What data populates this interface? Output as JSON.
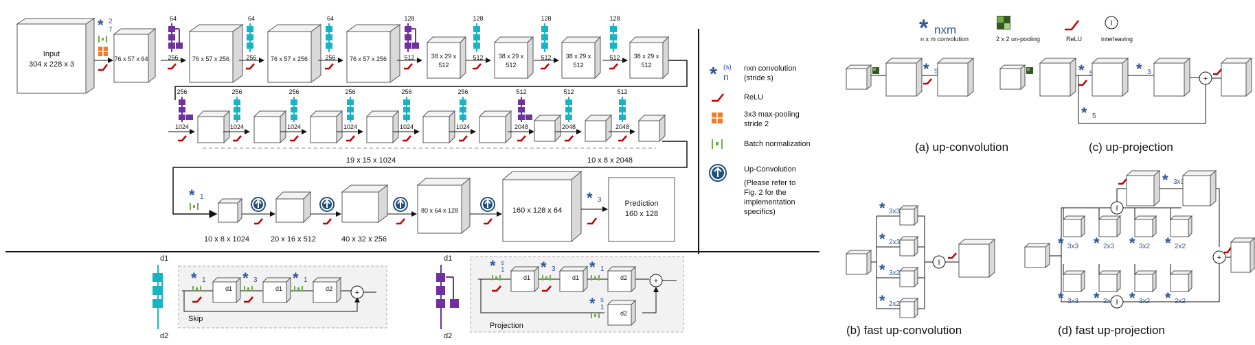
{
  "colors": {
    "relu": "#c00000",
    "teal": "#17b5c4",
    "purple": "#7030a0",
    "bn": "#70ad47",
    "maxpool": "#ed7d31",
    "upconv": "#1f4e79",
    "star": "#2f5597"
  },
  "row1": {
    "input_label": "Input",
    "input_dims": "304 x 228 x 3",
    "conv1_star": "*",
    "conv1_stride": "2",
    "conv1_size": "7",
    "b1": "76 x 57 x 64",
    "b2": "76 x 57 x 256",
    "b3": "76 x 57 x 256",
    "b4": "76 x 57 x 256",
    "b5": "38 x 29 x 512",
    "b6": "38 x 29 x 512",
    "b7": "38 x 29 x 512",
    "b8": "38 x 29 x 512",
    "res": [
      {
        "top": "64",
        "bot": "256"
      },
      {
        "top": "64",
        "bot": "256"
      },
      {
        "top": "64",
        "bot": "256"
      },
      {
        "top": "128",
        "bot": "512"
      },
      {
        "top": "128",
        "bot": "512"
      },
      {
        "top": "128",
        "bot": "512"
      },
      {
        "top": "128",
        "bot": "512"
      }
    ]
  },
  "row2": {
    "res": [
      {
        "top": "256",
        "bot": "1024"
      },
      {
        "top": "256",
        "bot": "1024"
      },
      {
        "top": "256",
        "bot": "1024"
      },
      {
        "top": "256",
        "bot": "1024"
      },
      {
        "top": "256",
        "bot": "1024"
      },
      {
        "top": "256",
        "bot": "1024"
      },
      {
        "top": "512",
        "bot": "2048"
      },
      {
        "top": "512",
        "bot": "2048"
      },
      {
        "top": "512",
        "bot": "2048"
      }
    ],
    "dim1": "19 x 15 x 1024",
    "dim2": "10 x 8 x 2048"
  },
  "row3": {
    "conv_sub": "1",
    "d1": "10 x 8 x 1024",
    "d2": "20 x 16 x 512",
    "d3": "40 x 32 x 256",
    "d4": "80 x 64 x 128",
    "d5": "160 x 128 x 64",
    "conv3_sub": "3",
    "pred": "Prediction",
    "pred_dims": "160 x 128"
  },
  "legend": {
    "conv_sup": "(s)",
    "conv_sub": "n",
    "conv_label": "nxn convolution",
    "conv_label2": "(stride s)",
    "relu": "ReLU",
    "maxpool": "3x3 max-pooling",
    "maxpool2": "stride 2",
    "bn": "Batch normalization",
    "upconv": "Up-Convolution",
    "note1": "(Please refer to",
    "note2": "Fig. 2 for the",
    "note3": "implementation",
    "note4": "specifics)"
  },
  "bottom": {
    "skip_d1": "d1",
    "skip_d2": "d2",
    "skip_label": "Skip",
    "proj_d1": "d1",
    "proj_d2": "d2",
    "proj_label": "Projection",
    "s1": "1",
    "s3": "3",
    "box_d1": "d1",
    "box_d2": "d2",
    "stride_s": "s"
  },
  "right": {
    "legend_nxm_sub": "nxm",
    "legend_conv": "n x m convolution",
    "legend_unpool": "2 x 2 un-pooling",
    "legend_relu": "ReLU",
    "legend_interleave": "interleaving",
    "I": "I",
    "s5": "5",
    "s3": "3",
    "k3x3": "3x3",
    "k3x2": "3x2",
    "k2x3": "2x3",
    "k2x2": "2x2",
    "cap_a": "(a) up-convolution",
    "cap_b": "(b) fast up-convolution",
    "cap_c": "(c) up-projection",
    "cap_d": "(d) fast up-projection"
  }
}
